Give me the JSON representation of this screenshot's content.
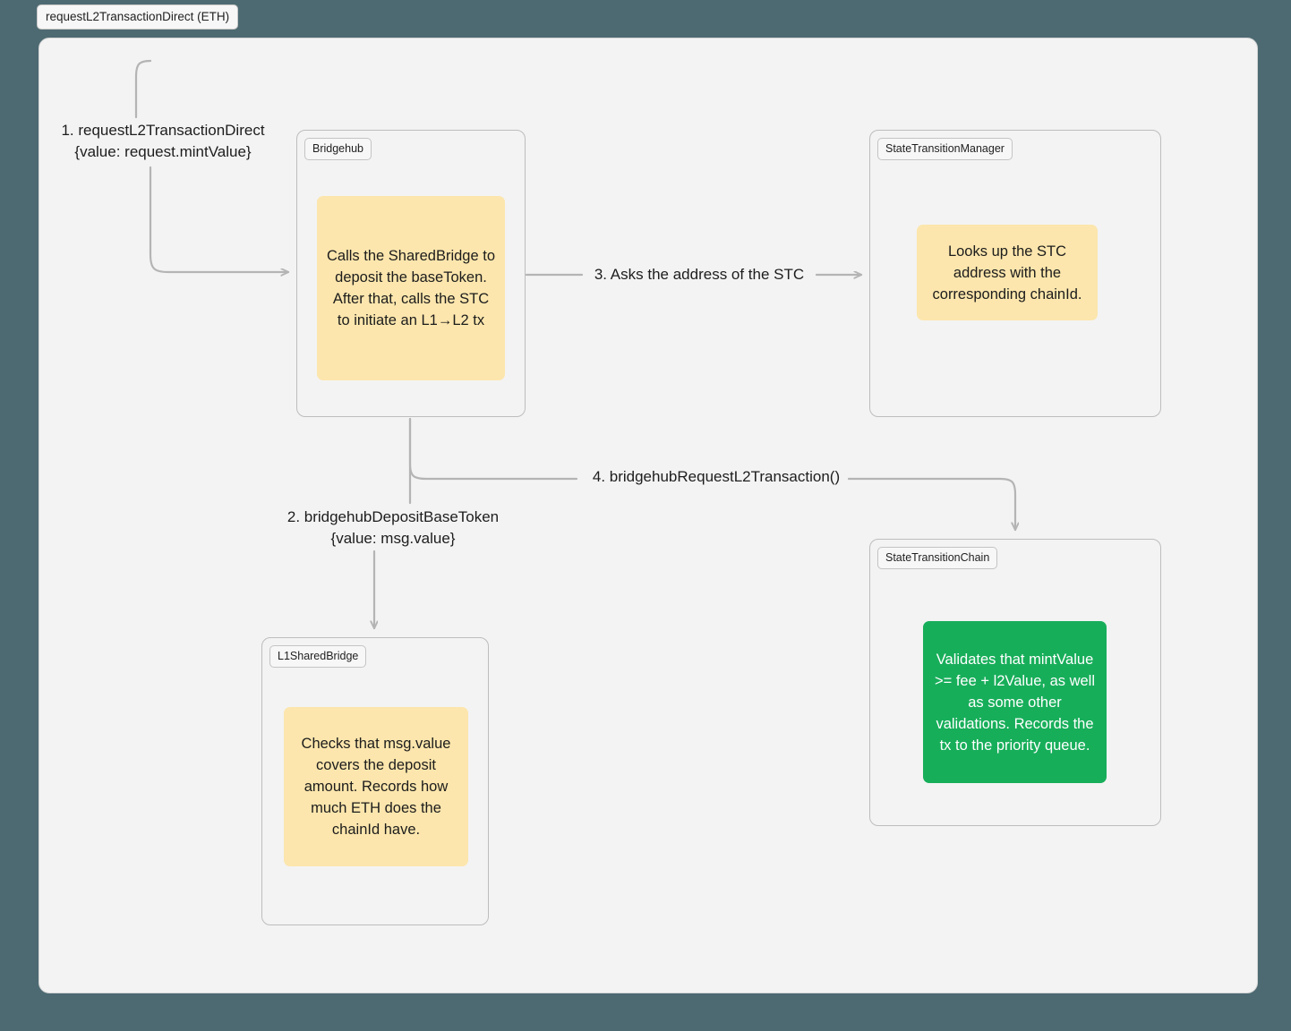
{
  "diagram": {
    "title": "requestL2TransactionDirect (ETH)",
    "background_color": "#4d6a72",
    "frame_color": "#f3f3f3",
    "note_yellow": "#fce6ad",
    "note_green": "#17ae5a",
    "edge_color": "#b4b4b4"
  },
  "nodes": [
    {
      "id": "bridgehub",
      "label": "Bridgehub",
      "note": "Calls the SharedBridge to deposit the baseToken.\nAfter that, calls the STC to initiate an L1→L2 tx",
      "note_color": "yellow"
    },
    {
      "id": "state-transition-manager",
      "label": "StateTransitionManager",
      "note": "Looks up the STC address with the corresponding chainId.",
      "note_color": "yellow"
    },
    {
      "id": "l1-shared-bridge",
      "label": "L1SharedBridge",
      "note": "Checks that msg.value covers the deposit amount. Records how much ETH does the chainId have.",
      "note_color": "yellow"
    },
    {
      "id": "state-transition-chain",
      "label": "StateTransitionChain",
      "note": "Validates that mintValue >= fee + l2Value, as well as some other validations. Records the tx to the priority queue.",
      "note_color": "green"
    }
  ],
  "edges": [
    {
      "id": "edge-1",
      "label": "1. requestL2TransactionDirect\n{value: request.mintValue}",
      "from": "external",
      "to": "bridgehub"
    },
    {
      "id": "edge-2",
      "label": "2. bridgehubDepositBaseToken\n{value: msg.value}",
      "from": "bridgehub",
      "to": "l1-shared-bridge"
    },
    {
      "id": "edge-3",
      "label": "3. Asks the address of the STC",
      "from": "bridgehub",
      "to": "state-transition-manager"
    },
    {
      "id": "edge-4",
      "label": "4. bridgehubRequestL2Transaction()",
      "from": "bridgehub",
      "to": "state-transition-chain"
    }
  ]
}
